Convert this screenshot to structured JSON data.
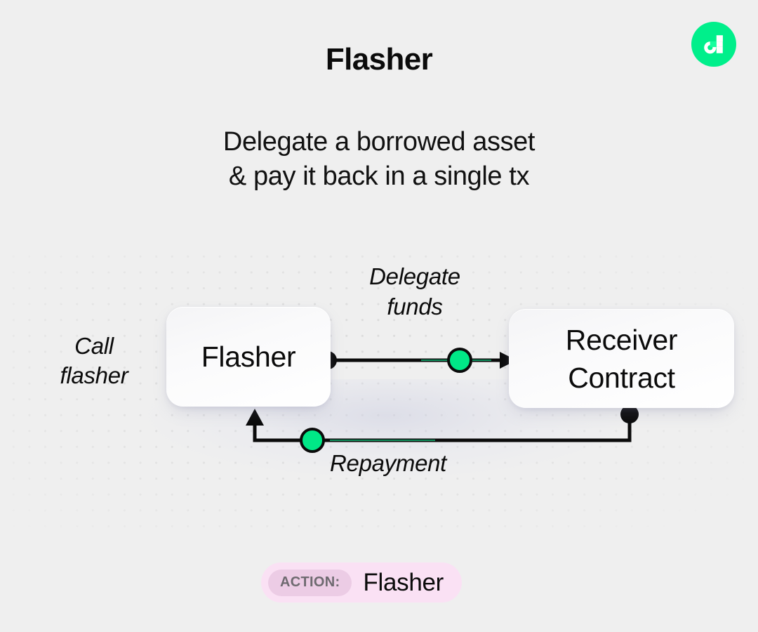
{
  "header": {
    "title": "Flasher",
    "subtitle": "Delegate a borrowed asset\n& pay it back in a single tx",
    "logo_icon": "flow-logo-icon"
  },
  "diagram": {
    "nodes": [
      {
        "id": "flasher",
        "label": "Flasher"
      },
      {
        "id": "receiver",
        "label": "Receiver\nContract"
      }
    ],
    "labels": {
      "call": "Call\nflasher",
      "delegate": "Delegate\nfunds",
      "repayment": "Repayment"
    },
    "connectors": [
      {
        "name": "flasher-output-dot",
        "kind": "dot",
        "color": "#0b0b0b"
      },
      {
        "name": "delegate-funds-dot",
        "kind": "dot",
        "color": "#00e887"
      },
      {
        "name": "delegate-funds-arrow",
        "kind": "arrow",
        "color": "#0b0b0b"
      },
      {
        "name": "receiver-output-dot",
        "kind": "dot",
        "color": "#0b0b0b"
      },
      {
        "name": "repayment-dot",
        "kind": "dot",
        "color": "#00e887"
      },
      {
        "name": "repayment-arrow",
        "kind": "arrow",
        "color": "#0b0b0b"
      }
    ]
  },
  "action": {
    "chip_label": "ACTION:",
    "value": "Flasher"
  },
  "colors": {
    "background": "#efefef",
    "accent_green": "#00e887",
    "logo_green": "#00ef8b",
    "badge_pink": "#fae1f4",
    "chip_pink": "#eccce5",
    "ink": "#0b0b0b",
    "grid_dot": "#dcdcdc"
  }
}
